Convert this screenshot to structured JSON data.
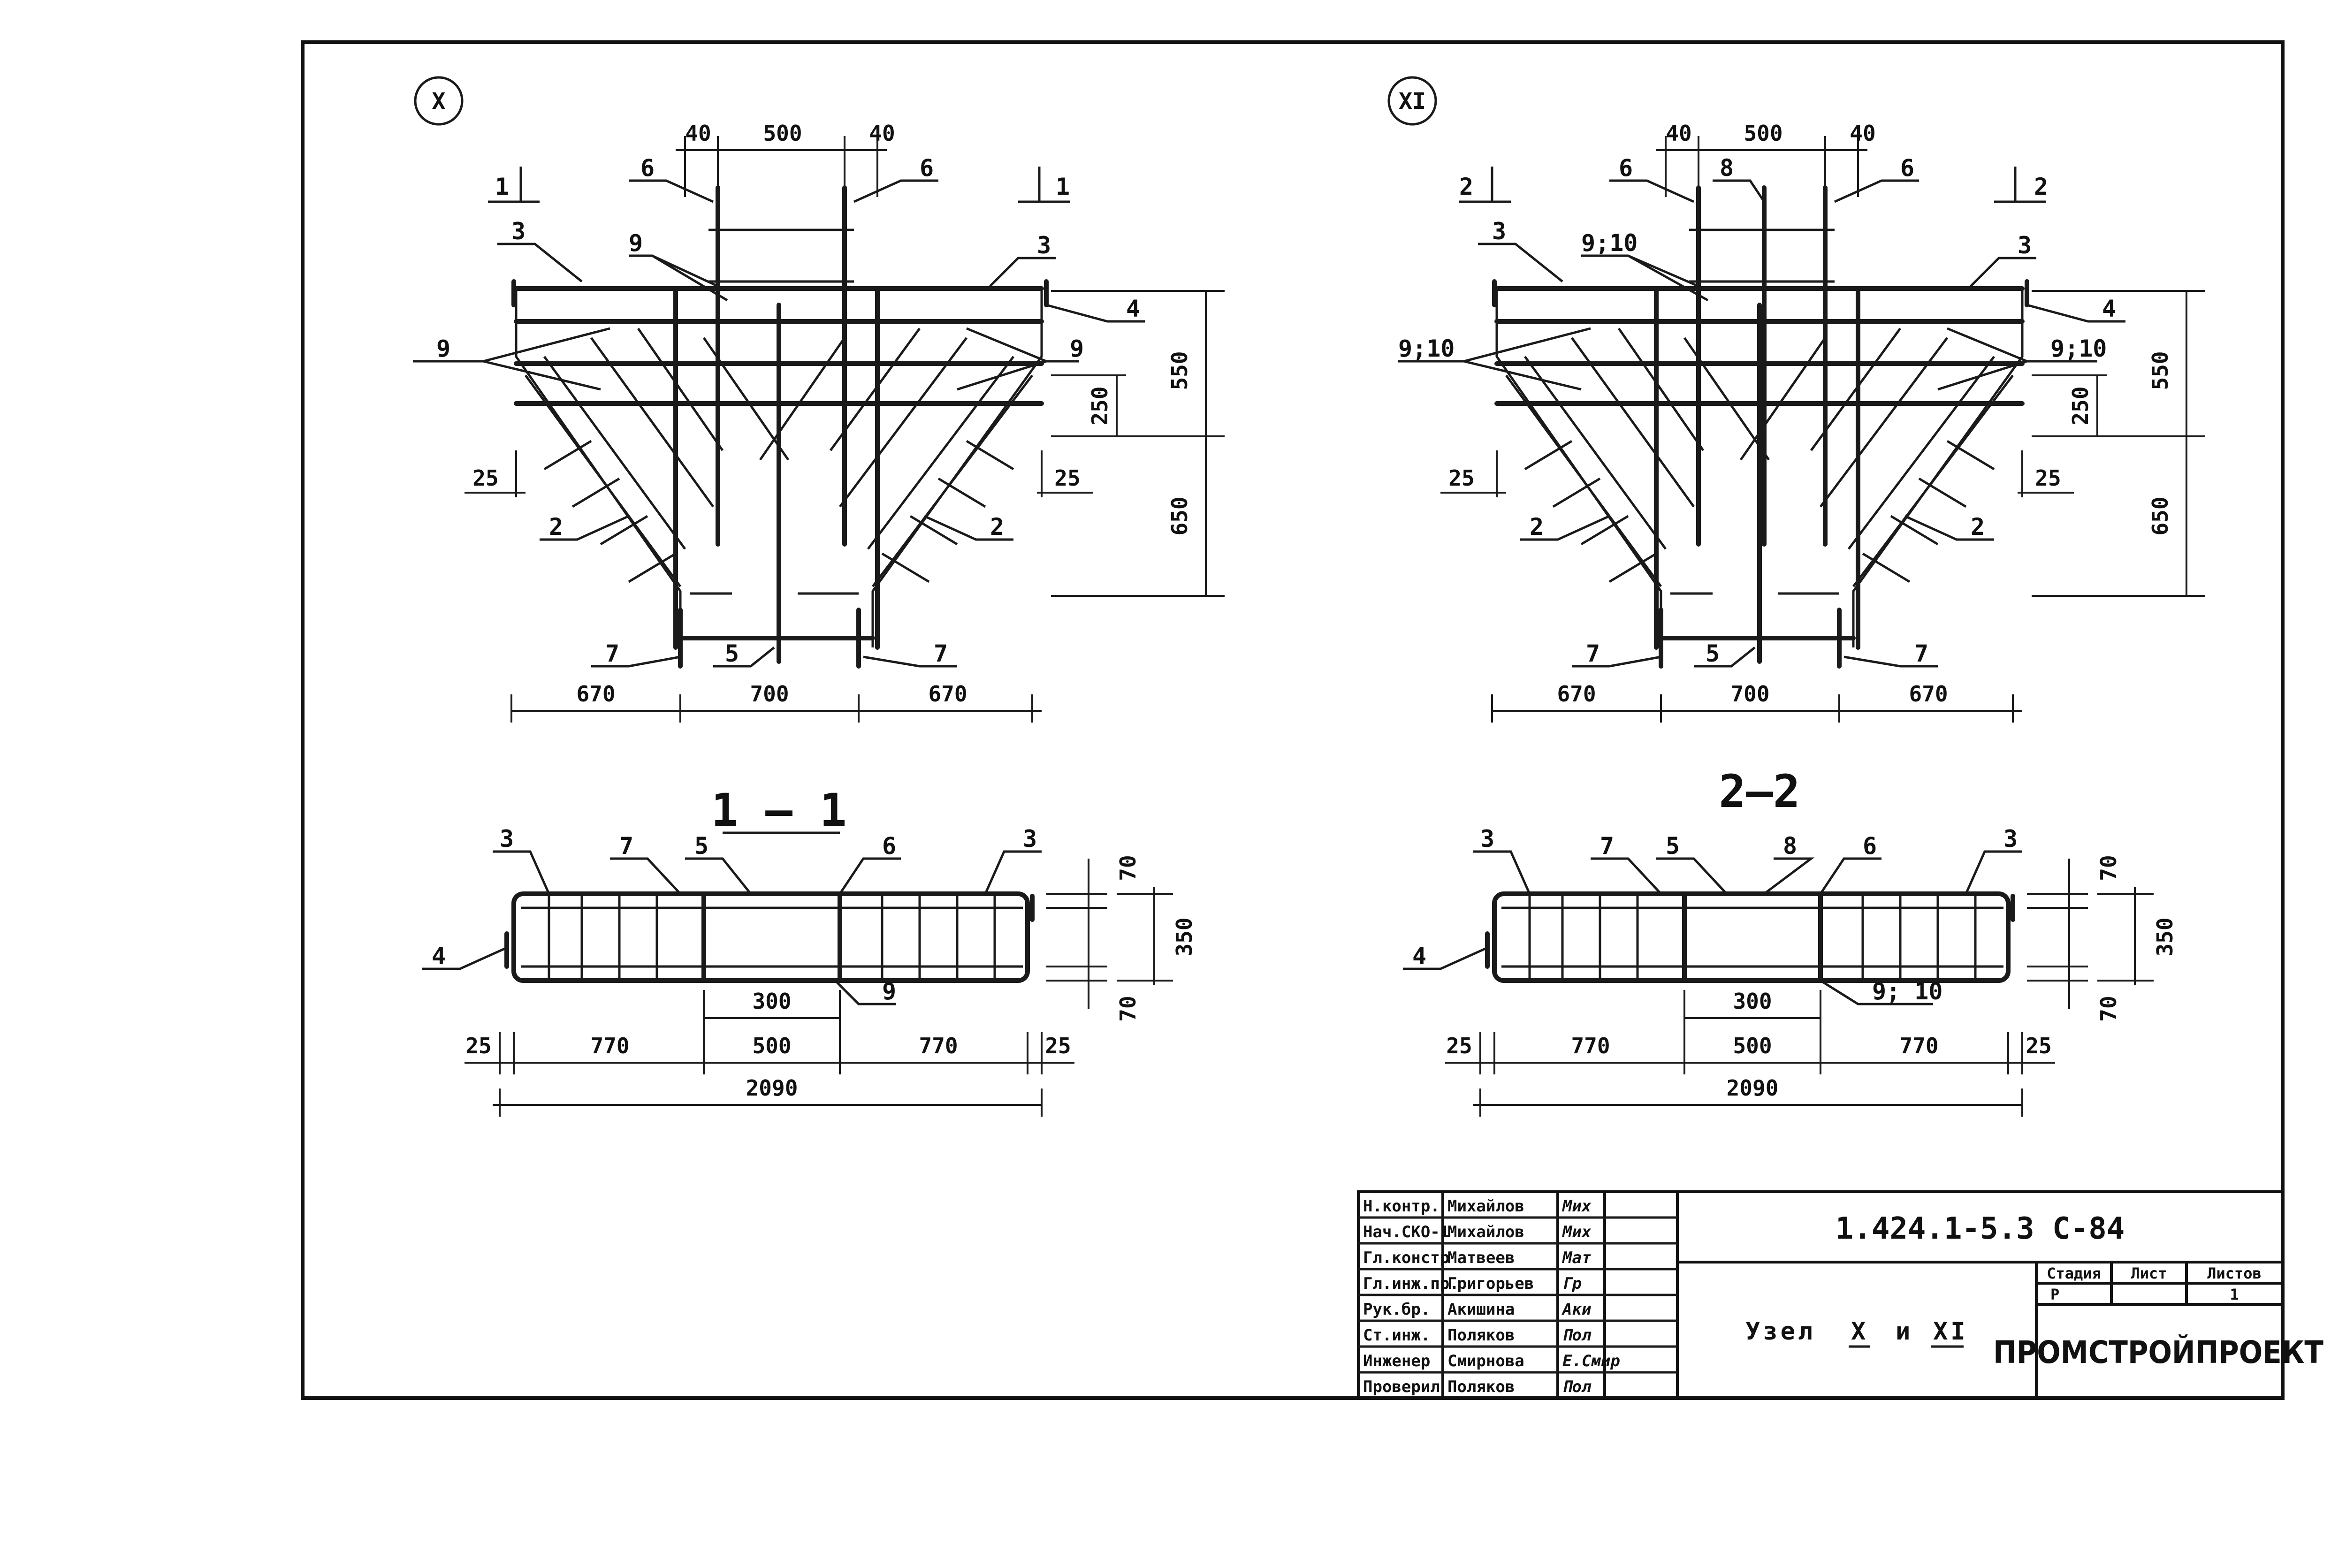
{
  "nodes": [
    {
      "id": "X",
      "marker": "X",
      "section_mark": "1",
      "dims_top": [
        "40",
        "500",
        "40"
      ],
      "dims_bottom": [
        "670",
        "700",
        "670"
      ],
      "dims_right": [
        "550",
        "250",
        "650"
      ],
      "dims_left": "25",
      "dims_right_small": "25",
      "callouts": {
        "top_left": "6",
        "top_right": "6",
        "mid_top": "9",
        "left_upper": "3",
        "right_upper": "3",
        "right_side": "4",
        "left_side": "9",
        "right_diag": "9",
        "left_lower": "2",
        "right_lower": "2",
        "bottom_left": "7",
        "bottom_mid": "5",
        "bottom_right": "7"
      }
    },
    {
      "id": "XI",
      "marker": "XI",
      "section_mark": "2",
      "dims_top": [
        "40",
        "500",
        "40"
      ],
      "dims_bottom": [
        "670",
        "700",
        "670"
      ],
      "dims_right": [
        "550",
        "250",
        "650"
      ],
      "dims_left": "25",
      "dims_right_small": "25",
      "callouts": {
        "top_left": "6",
        "top_mid": "8",
        "top_right": "6",
        "mid_top": "9;10",
        "left_upper": "3",
        "right_upper": "3",
        "right_side": "4",
        "left_side": "9;10",
        "right_diag": "9;10",
        "left_lower": "2",
        "right_lower": "2",
        "bottom_left": "7",
        "bottom_mid": "5",
        "bottom_right": "7"
      }
    }
  ],
  "sections": [
    {
      "title": "1 – 1",
      "callouts": {
        "a": "3",
        "b": "7",
        "c": "5",
        "d": "6",
        "e": "3",
        "f": "4",
        "g": "9"
      },
      "dims_right": [
        "70",
        "350",
        "70"
      ],
      "dim_inner": "300",
      "dims_bottom": [
        "25",
        "770",
        "500",
        "770",
        "25"
      ],
      "dim_total": "2090"
    },
    {
      "title": "2–2",
      "callouts": {
        "a": "3",
        "b": "7",
        "c": "5",
        "d": "8",
        "e": "6",
        "f": "3",
        "g": "4",
        "h": "9; 10"
      },
      "dims_right": [
        "70",
        "350",
        "70"
      ],
      "dim_inner": "300",
      "dims_bottom": [
        "25",
        "770",
        "500",
        "770",
        "25"
      ],
      "dim_total": "2090"
    }
  ],
  "title_block": {
    "roles": [
      "Н.контр.",
      "Нач.СКО-1",
      "Гл.констр",
      "Гл.инж.пр.",
      "Рук.бр.",
      "Ст.инж.",
      "Инженер",
      "Проверил"
    ],
    "names": [
      "Михайлов",
      "Михайлов",
      "Матвеев",
      "Григорьев",
      "Акишина",
      "Поляков",
      "Смирнова",
      "Поляков"
    ],
    "signatures": [
      "Миx",
      "Миx",
      "Мат",
      "Гр",
      "Аки",
      "Пол",
      "Е.Смир",
      "Пол"
    ],
    "doc_code": "1.424.1-5.3 С-84",
    "sheet_title_prefix": "Узел",
    "sheet_title_a": "X",
    "sheet_title_and": "и",
    "sheet_title_b": "XI",
    "stage_label": "Стадия",
    "sheet_label": "Лист",
    "sheets_label": "Листов",
    "stage_value": "Р",
    "sheet_value": "",
    "sheets_value": "1",
    "organization": "ПРОМСТРОЙПРОЕКТ"
  }
}
